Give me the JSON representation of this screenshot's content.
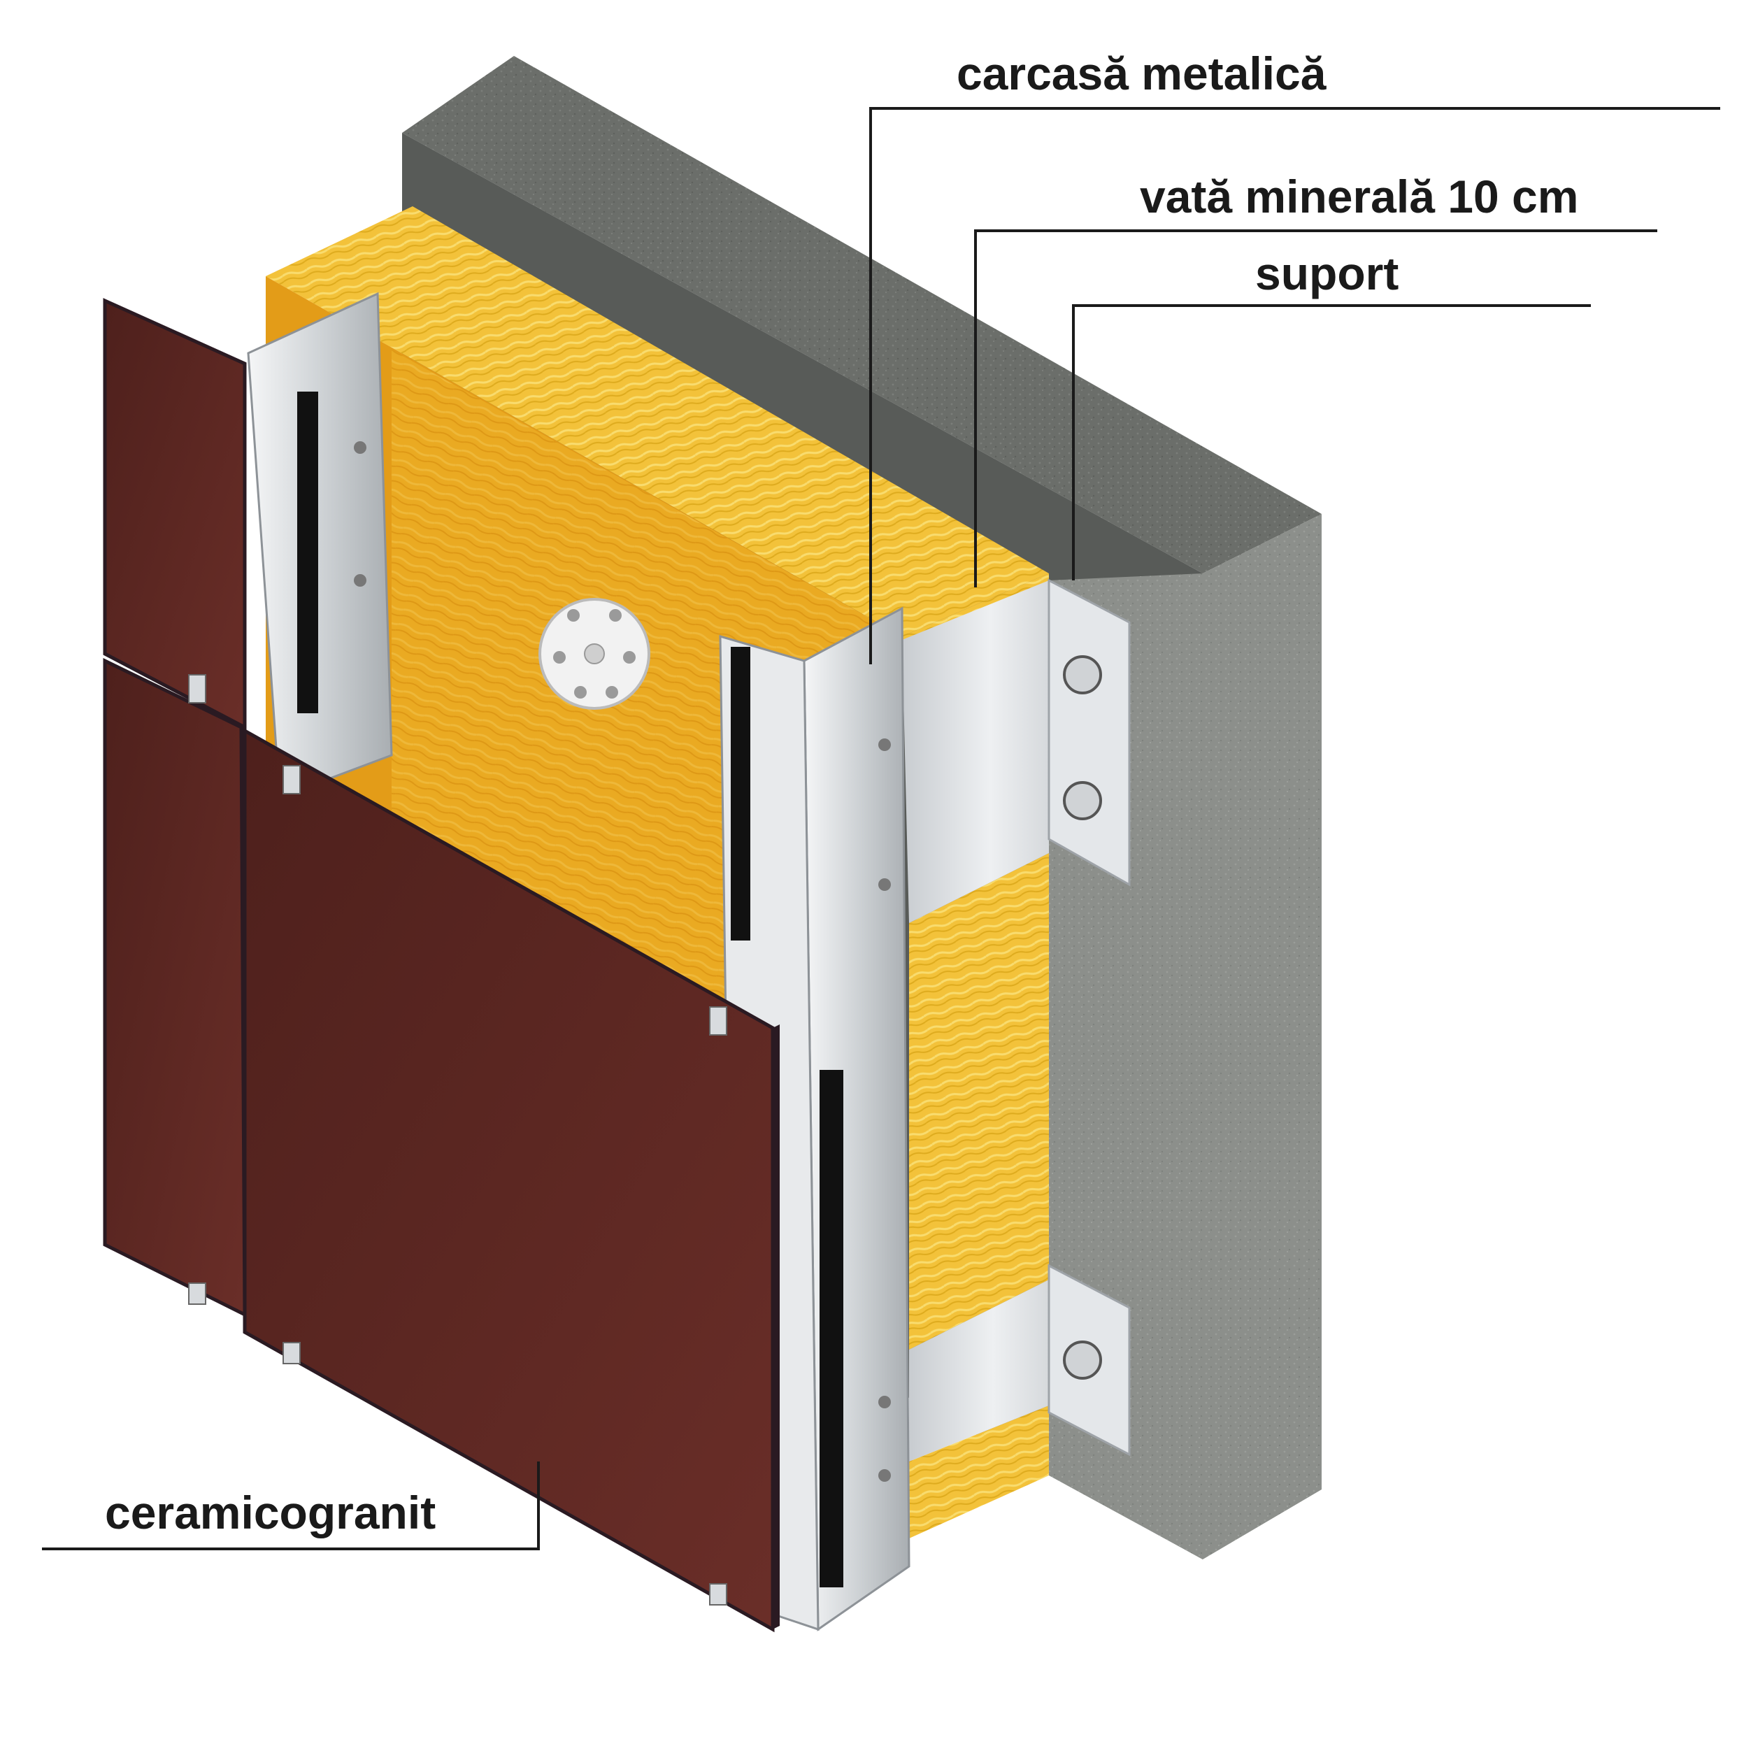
{
  "labels": {
    "carcasa": "carcasă metalică",
    "vata": "vată minerală 10 cm",
    "suport": "suport",
    "ceramicogranit": "ceramicogranit"
  },
  "colors": {
    "concrete": "#6b6e6a",
    "concrete_side": "#8a8d89",
    "concrete_top": "#55585a",
    "mineral_wool": "#e8a21c",
    "mineral_wool_light": "#f2c94c",
    "ceramic_panel": "#5a2620",
    "ceramic_edge": "#2a1a22",
    "aluminum": "#d9dcdf",
    "aluminum_dark": "#9ea3a8",
    "leader_line": "#1a1a1a"
  }
}
